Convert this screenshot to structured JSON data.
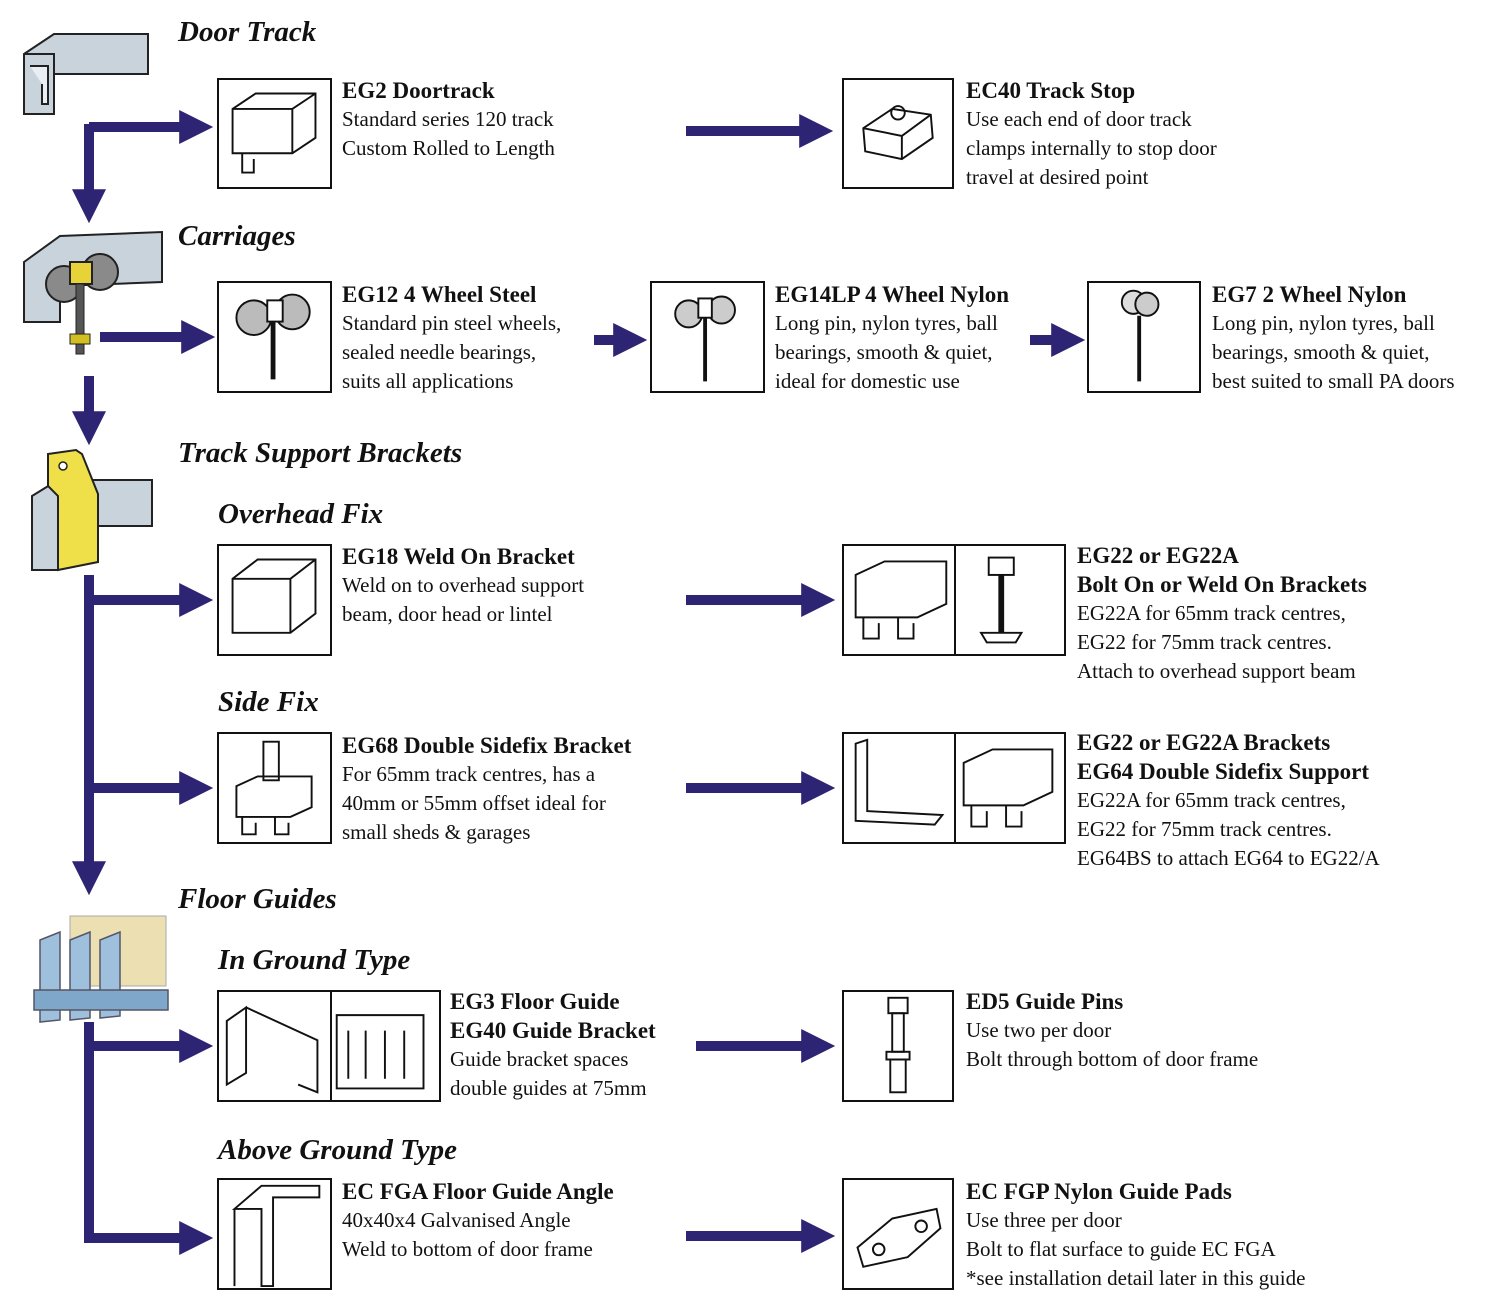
{
  "sections": {
    "door_track": "Door Track",
    "carriages": "Carriages",
    "track_support": "Track Support Brackets",
    "overhead_fix": "Overhead Fix",
    "side_fix": "Side Fix",
    "floor_guides": "Floor Guides",
    "in_ground": "In Ground Type",
    "above_ground": "Above Ground Type"
  },
  "products": {
    "eg2": {
      "title": "EG2 Doortrack",
      "lines": [
        "Standard series 120 track",
        "Custom Rolled to Length"
      ]
    },
    "ec40": {
      "title": "EC40 Track Stop",
      "lines": [
        "Use each end of door track",
        "clamps internally to stop door",
        "travel at desired point"
      ]
    },
    "eg12": {
      "title": "EG12  4 Wheel Steel",
      "lines": [
        "Standard pin steel wheels,",
        "sealed needle bearings,",
        "suits all applications"
      ]
    },
    "eg14lp": {
      "title": "EG14LP  4 Wheel Nylon",
      "lines": [
        "Long pin, nylon tyres, ball",
        "bearings, smooth & quiet,",
        "ideal for domestic use"
      ]
    },
    "eg7": {
      "title": "EG7  2 Wheel Nylon",
      "lines": [
        "Long pin, nylon tyres, ball",
        "bearings, smooth & quiet,",
        "best suited to small PA doors"
      ]
    },
    "eg18": {
      "title": "EG18 Weld On Bracket",
      "lines": [
        "Weld on to overhead support",
        "beam, door head or lintel"
      ]
    },
    "eg22": {
      "title1": "EG22 or EG22A",
      "title2": "Bolt On or Weld On Brackets",
      "lines": [
        "EG22A for 65mm track centres,",
        "EG22 for 75mm track centres.",
        "Attach to overhead support beam"
      ]
    },
    "eg68": {
      "title": "EG68 Double Sidefix Bracket",
      "lines": [
        "For 65mm track centres, has a",
        "40mm or 55mm offset ideal for",
        "small sheds & garages"
      ]
    },
    "eg64": {
      "title1": "EG22 or EG22A Brackets",
      "title2": "EG64 Double Sidefix Support",
      "lines": [
        "EG22A for 65mm track centres,",
        "EG22 for 75mm track centres.",
        "EG64BS to attach EG64 to EG22/A"
      ]
    },
    "eg3": {
      "title1": "EG3  Floor Guide",
      "title2": "EG40 Guide Bracket",
      "lines": [
        "Guide bracket spaces",
        "double guides at 75mm"
      ]
    },
    "ed5": {
      "title": "ED5  Guide Pins",
      "lines": [
        "Use two per door",
        "Bolt through bottom of door frame"
      ]
    },
    "ecfga": {
      "title": "EC FGA  Floor Guide Angle",
      "lines": [
        "40x40x4 Galvanised Angle",
        "Weld to bottom of door frame"
      ]
    },
    "ecfgp": {
      "title": "EC FGP  Nylon Guide Pads",
      "lines": [
        "Use three per door",
        "Bolt to flat surface to guide EC FGA",
        "*see installation detail later in this guide"
      ]
    }
  },
  "colors": {
    "arrow": "#2e2474",
    "line": "#111111",
    "steel": "#c9d3dc",
    "bracket_yellow": "#efe04a"
  },
  "icons": [
    "door-track-icon",
    "carriage-icon",
    "bracket-icon",
    "floor-guide-icon"
  ]
}
